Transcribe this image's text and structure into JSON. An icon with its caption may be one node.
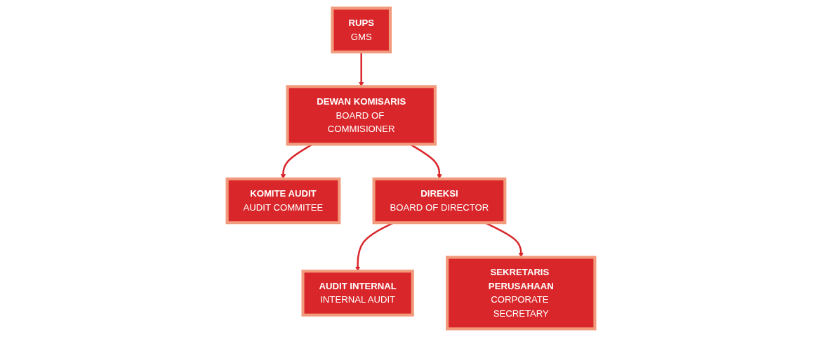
{
  "diagram": {
    "nodes": [
      {
        "text": [
          "RUPS",
          "GMS"
        ]
      },
      {
        "text": [
          "KOMITE AUDIT",
          "AUDIT COMMITEE"
        ]
      },
      {
        "text": [
          "DEWAN KOMISARIS",
          "BOARD OF COMMISIONER"
        ]
      },
      {
        "text": [
          "AUDIT INTERNAL",
          "INTERNAL AUDIT"
        ]
      },
      {
        "text": [
          "DIREKSI",
          "BOARD OF DIRECTOR"
        ]
      },
      {
        "text": [
          "SEKRETARIS PERUSAHAAN",
          "CORPORATE SECRETARY"
        ]
      }
    ],
    "edges": [
      {
        "from": 0,
        "to": 2,
        "arrow": "to"
      },
      {
        "from": 2,
        "to": 1,
        "arrow": "to"
      },
      {
        "from": 2,
        "to": 4,
        "arrow": "to"
      },
      {
        "from": 4,
        "to": 3,
        "arrow": "to"
      },
      {
        "from": 4,
        "to": 5,
        "arrow": "to"
      }
    ]
  }
}
